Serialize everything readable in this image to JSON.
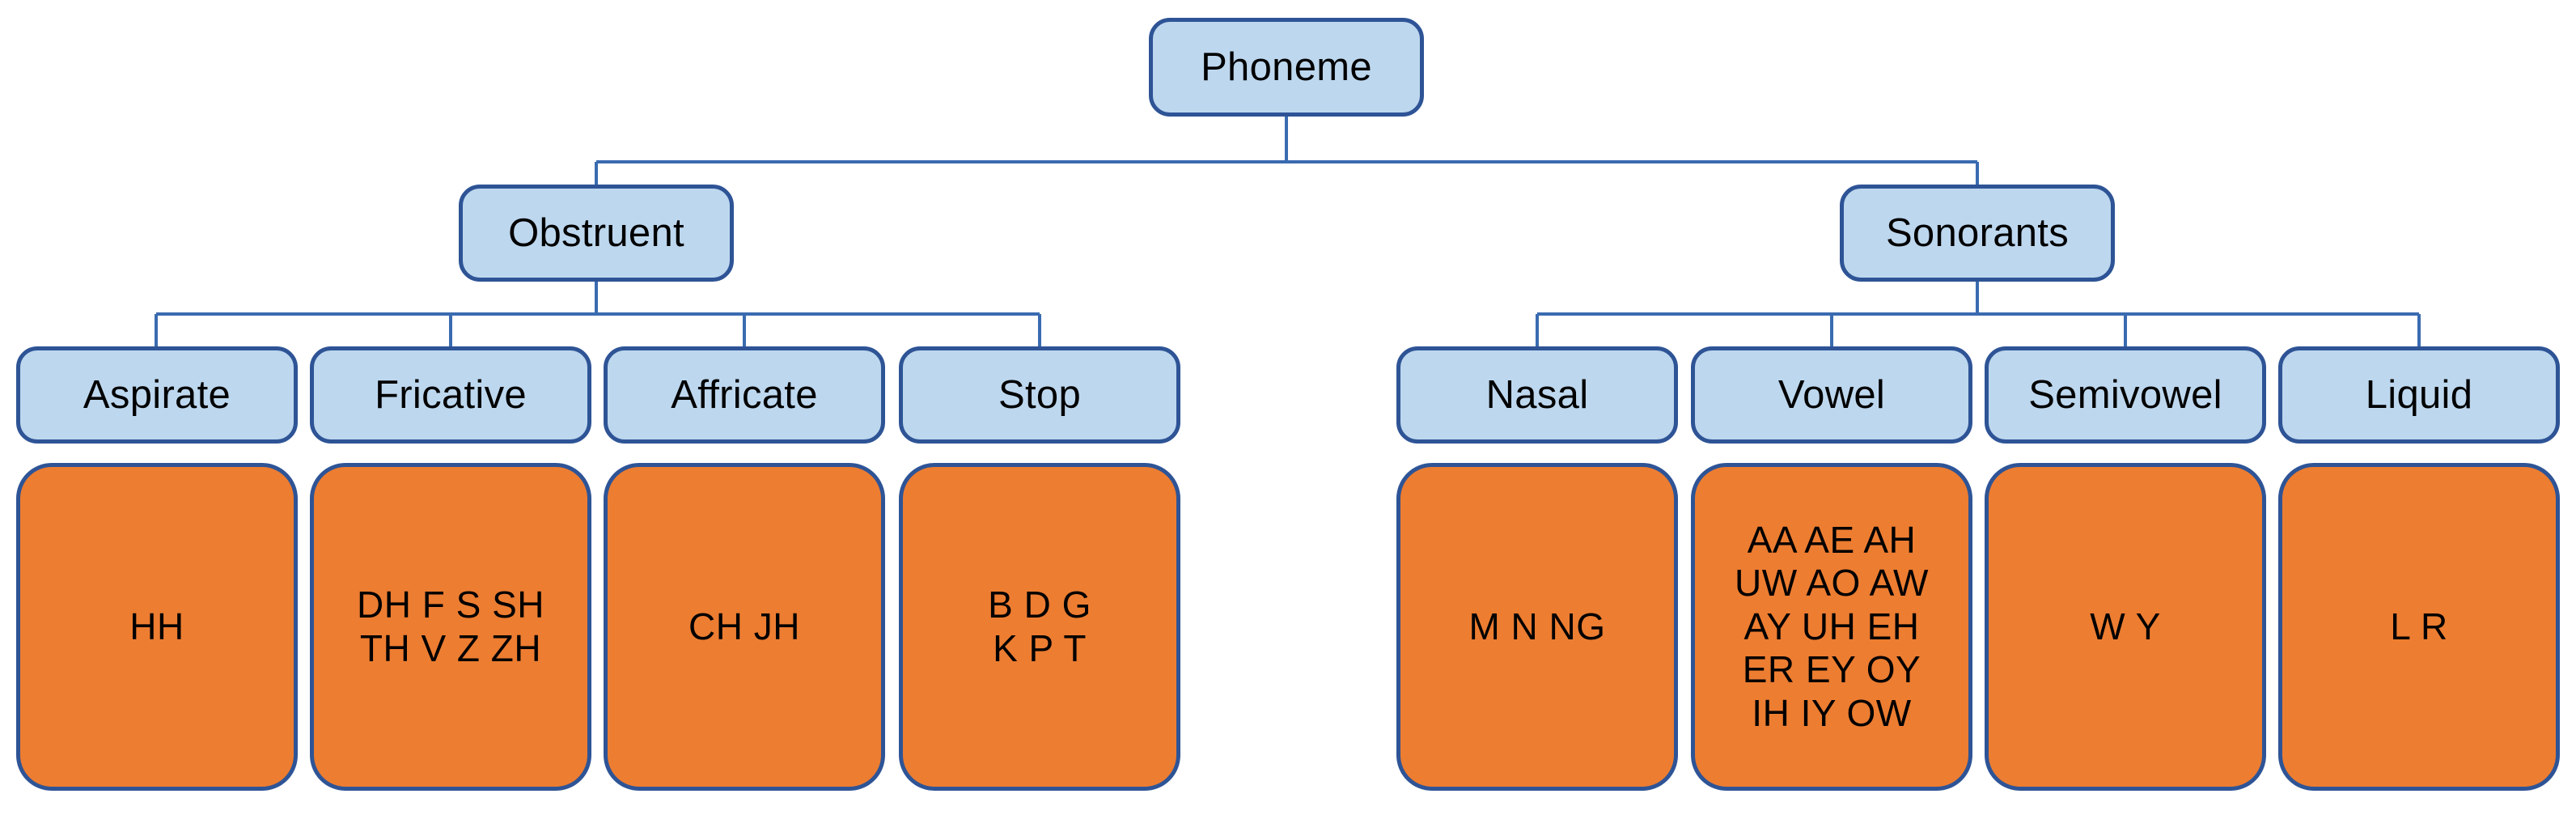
{
  "diagram": {
    "title": "Phoneme",
    "type": "hierarchy-tree",
    "colors": {
      "category_fill": "#bdd7ee",
      "leaf_fill": "#ed7d31",
      "border": "#2e5496",
      "connector": "#3a6bb0",
      "text": "#000000",
      "background": "#ffffff"
    },
    "root": {
      "label": "Phoneme"
    },
    "branches": [
      {
        "id": "obstruent",
        "label": "Obstruent"
      },
      {
        "id": "sonorants",
        "label": "Sonorants"
      }
    ],
    "categories": [
      {
        "id": "aspirate",
        "label": "Aspirate",
        "parent": "obstruent"
      },
      {
        "id": "fricative",
        "label": "Fricative",
        "parent": "obstruent"
      },
      {
        "id": "affricate",
        "label": "Affricate",
        "parent": "obstruent"
      },
      {
        "id": "stop",
        "label": "Stop",
        "parent": "obstruent"
      },
      {
        "id": "nasal",
        "label": "Nasal",
        "parent": "sonorants"
      },
      {
        "id": "vowel",
        "label": "Vowel",
        "parent": "sonorants"
      },
      {
        "id": "semivowel",
        "label": "Semivowel",
        "parent": "sonorants"
      },
      {
        "id": "liquid",
        "label": "Liquid",
        "parent": "sonorants"
      }
    ],
    "leaves": [
      {
        "id": "aspirate-phonemes",
        "category": "aspirate",
        "text": "HH"
      },
      {
        "id": "fricative-phonemes",
        "category": "fricative",
        "text": "DH F S SH\nTH V Z ZH"
      },
      {
        "id": "affricate-phonemes",
        "category": "affricate",
        "text": "CH JH"
      },
      {
        "id": "stop-phonemes",
        "category": "stop",
        "text": "B D G\nK P T"
      },
      {
        "id": "nasal-phonemes",
        "category": "nasal",
        "text": "M N NG"
      },
      {
        "id": "vowel-phonemes",
        "category": "vowel",
        "text": "AA AE AH\nUW AO AW\nAY UH EH\nER EY OY\nIH IY OW"
      },
      {
        "id": "semivowel-phonemes",
        "category": "semivowel",
        "text": "W Y"
      },
      {
        "id": "liquid-phonemes",
        "category": "liquid",
        "text": "L R"
      }
    ]
  }
}
